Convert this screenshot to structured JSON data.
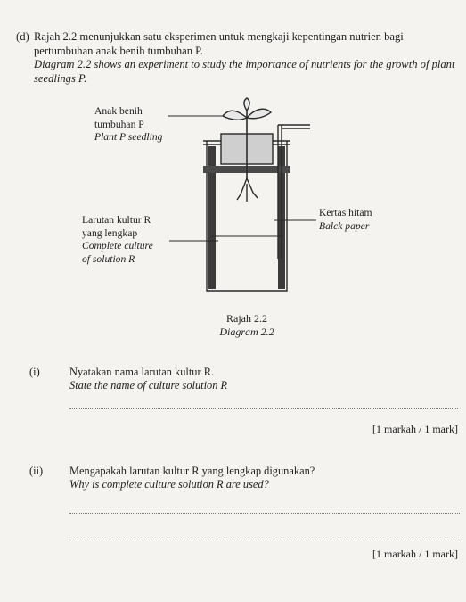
{
  "question": {
    "label": "(d)",
    "malay_line1": "Rajah 2.2 menunjukkan satu eksperimen untuk mengkaji kepentingan nutrien bagi",
    "malay_line2": "pertumbuhan anak benih tumbuhan P.",
    "english": "Diagram 2.2 shows an experiment to study the importance of nutrients for the growth of plant seedlings P."
  },
  "diagram": {
    "label_seedling": [
      "Anak benih",
      "tumbuhan P",
      "Plant P seedling"
    ],
    "label_solution": [
      "Larutan kultur R",
      "yang lengkap",
      "Complete culture",
      "of solution R"
    ],
    "label_paper": [
      "Kertas hitam",
      "Balck paper"
    ],
    "caption_malay": "Rajah 2.2",
    "caption_english": "Diagram 2.2"
  },
  "part_i": {
    "number": "(i)",
    "malay": "Nyatakan nama larutan kultur R.",
    "english": "State the name of culture solution R",
    "marks": "[1 markah / 1 mark]"
  },
  "part_ii": {
    "number": "(ii)",
    "malay": "Mengapakah larutan kultur R yang lengkap digunakan?",
    "english": "Why is complete culture solution R are used?",
    "marks": "[1 markah / 1 mark]"
  }
}
